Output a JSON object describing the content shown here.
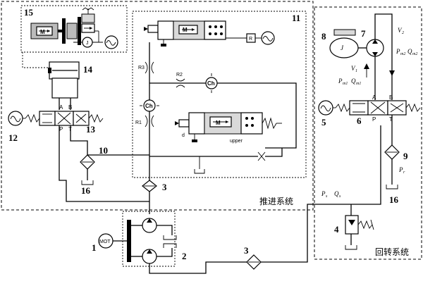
{
  "subsystems": {
    "thrust": "推进系统",
    "rotation": "回转系统"
  },
  "components": {
    "c1": "1",
    "c2": "2",
    "c3a": "3",
    "c3b": "3",
    "c4": "4",
    "c5": "5",
    "c6": "6",
    "c7": "7",
    "c8": "8",
    "c9": "9",
    "c10": "10",
    "c11": "11",
    "c12": "12",
    "c13": "13",
    "c14": "14",
    "c15": "15",
    "c16a": "16",
    "c16b": "16"
  },
  "ports": {
    "a": "A",
    "b": "B",
    "p": "P",
    "t": "T"
  },
  "tags": {
    "mot": "MOT",
    "m": "M",
    "r1": "R1",
    "r2": "R2",
    "r3": "R3",
    "ch": "Ch",
    "upper": "upper",
    "r_box": "R",
    "d": "d",
    "j": "J"
  },
  "symbols": {
    "p": "P",
    "q": "Q",
    "v": "V",
    "sub_s": "s",
    "sub_r": "r",
    "sub_m1": "m1",
    "sub_m2": "m2",
    "sub_1": "1",
    "sub_2": "2"
  }
}
